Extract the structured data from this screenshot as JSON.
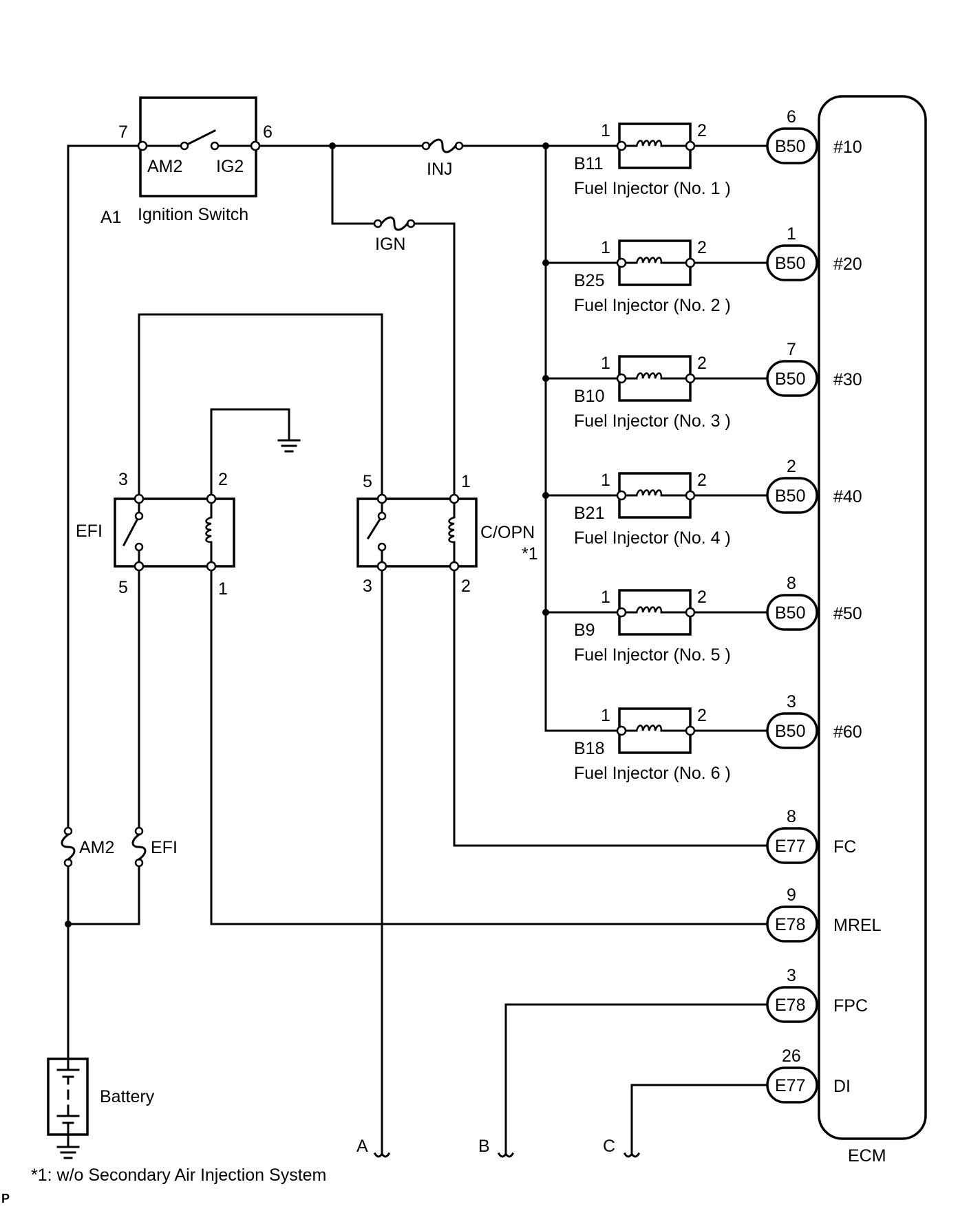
{
  "ignition_switch": {
    "id": "A1",
    "name": "Ignition Switch",
    "pin_in": "7",
    "pin_out": "6",
    "contact_in": "AM2",
    "contact_out": "IG2"
  },
  "fuses": {
    "inj": "INJ",
    "ign": "IGN",
    "am2": "AM2",
    "efi": "EFI"
  },
  "efi_relay": {
    "name": "EFI",
    "pins": [
      "3",
      "2",
      "5",
      "1"
    ]
  },
  "copn_relay": {
    "name": "C/OPN",
    "note_mark": "*1",
    "pins": [
      "5",
      "1",
      "3",
      "2"
    ]
  },
  "injectors": [
    {
      "connector": "B11",
      "label": "Fuel Injector (No. 1 )",
      "pin1": "1",
      "pin2": "2",
      "ecm_pin": "6",
      "ecm_conn": "B50",
      "signal": "#10"
    },
    {
      "connector": "B25",
      "label": "Fuel Injector (No. 2 )",
      "pin1": "1",
      "pin2": "2",
      "ecm_pin": "1",
      "ecm_conn": "B50",
      "signal": "#20"
    },
    {
      "connector": "B10",
      "label": "Fuel Injector (No. 3 )",
      "pin1": "1",
      "pin2": "2",
      "ecm_pin": "7",
      "ecm_conn": "B50",
      "signal": "#30"
    },
    {
      "connector": "B21",
      "label": "Fuel Injector (No. 4 )",
      "pin1": "1",
      "pin2": "2",
      "ecm_pin": "2",
      "ecm_conn": "B50",
      "signal": "#40"
    },
    {
      "connector": "B9",
      "label": "Fuel Injector (No. 5 )",
      "pin1": "1",
      "pin2": "2",
      "ecm_pin": "8",
      "ecm_conn": "B50",
      "signal": "#50"
    },
    {
      "connector": "B18",
      "label": "Fuel Injector (No. 6 )",
      "pin1": "1",
      "pin2": "2",
      "ecm_pin": "3",
      "ecm_conn": "B50",
      "signal": "#60"
    }
  ],
  "ecm_terminals": [
    {
      "pin": "8",
      "conn": "E77",
      "signal": "FC"
    },
    {
      "pin": "9",
      "conn": "E78",
      "signal": "MREL"
    },
    {
      "pin": "3",
      "conn": "E78",
      "signal": "FPC"
    },
    {
      "pin": "26",
      "conn": "E77",
      "signal": "DI"
    }
  ],
  "ecm": {
    "name": "ECM"
  },
  "battery": {
    "name": "Battery"
  },
  "continuations": [
    "A",
    "B",
    "C"
  ],
  "footnote": "*1: w/o Secondary Air Injection System",
  "corner_mark": "P"
}
